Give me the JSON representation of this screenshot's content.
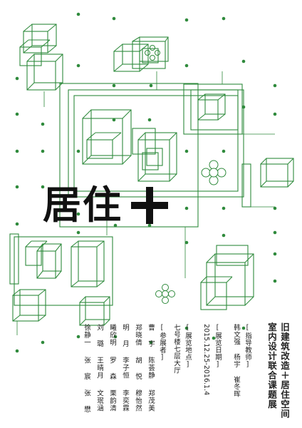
{
  "poster": {
    "headline": "居住",
    "headline_plus_icon": "plus-icon",
    "exhibition_title_line1": "旧建筑改造＋居住空间",
    "exhibition_title_line2": "室内设计联合课题展",
    "advisors_label": "[指导教师]",
    "advisors": "韩文强 杨宇 崔冬晖",
    "dates_label": "[展览日期]",
    "dates": "2015.12.25-2016.1.4",
    "venue_label": "[展览地点]",
    "venue": "七号楼七层大厅",
    "exhibitors_label": "[参展者]",
    "exhibitors": [
      [
        "曹 宇",
        "陈荟静",
        "郑茂美"
      ],
      [
        "郑晓倩",
        "胡 悦",
        "穆怡然"
      ],
      [
        "明 月",
        "李子恒",
        "李奕霖"
      ],
      [
        "曦欣明",
        "罗 森",
        "栗韵清"
      ],
      [
        "刘 璐",
        "王晴月",
        "文珉涵"
      ],
      [
        "徐静一",
        "张 宸",
        "张 懋"
      ]
    ],
    "accent_color": "#2f8a3c"
  }
}
